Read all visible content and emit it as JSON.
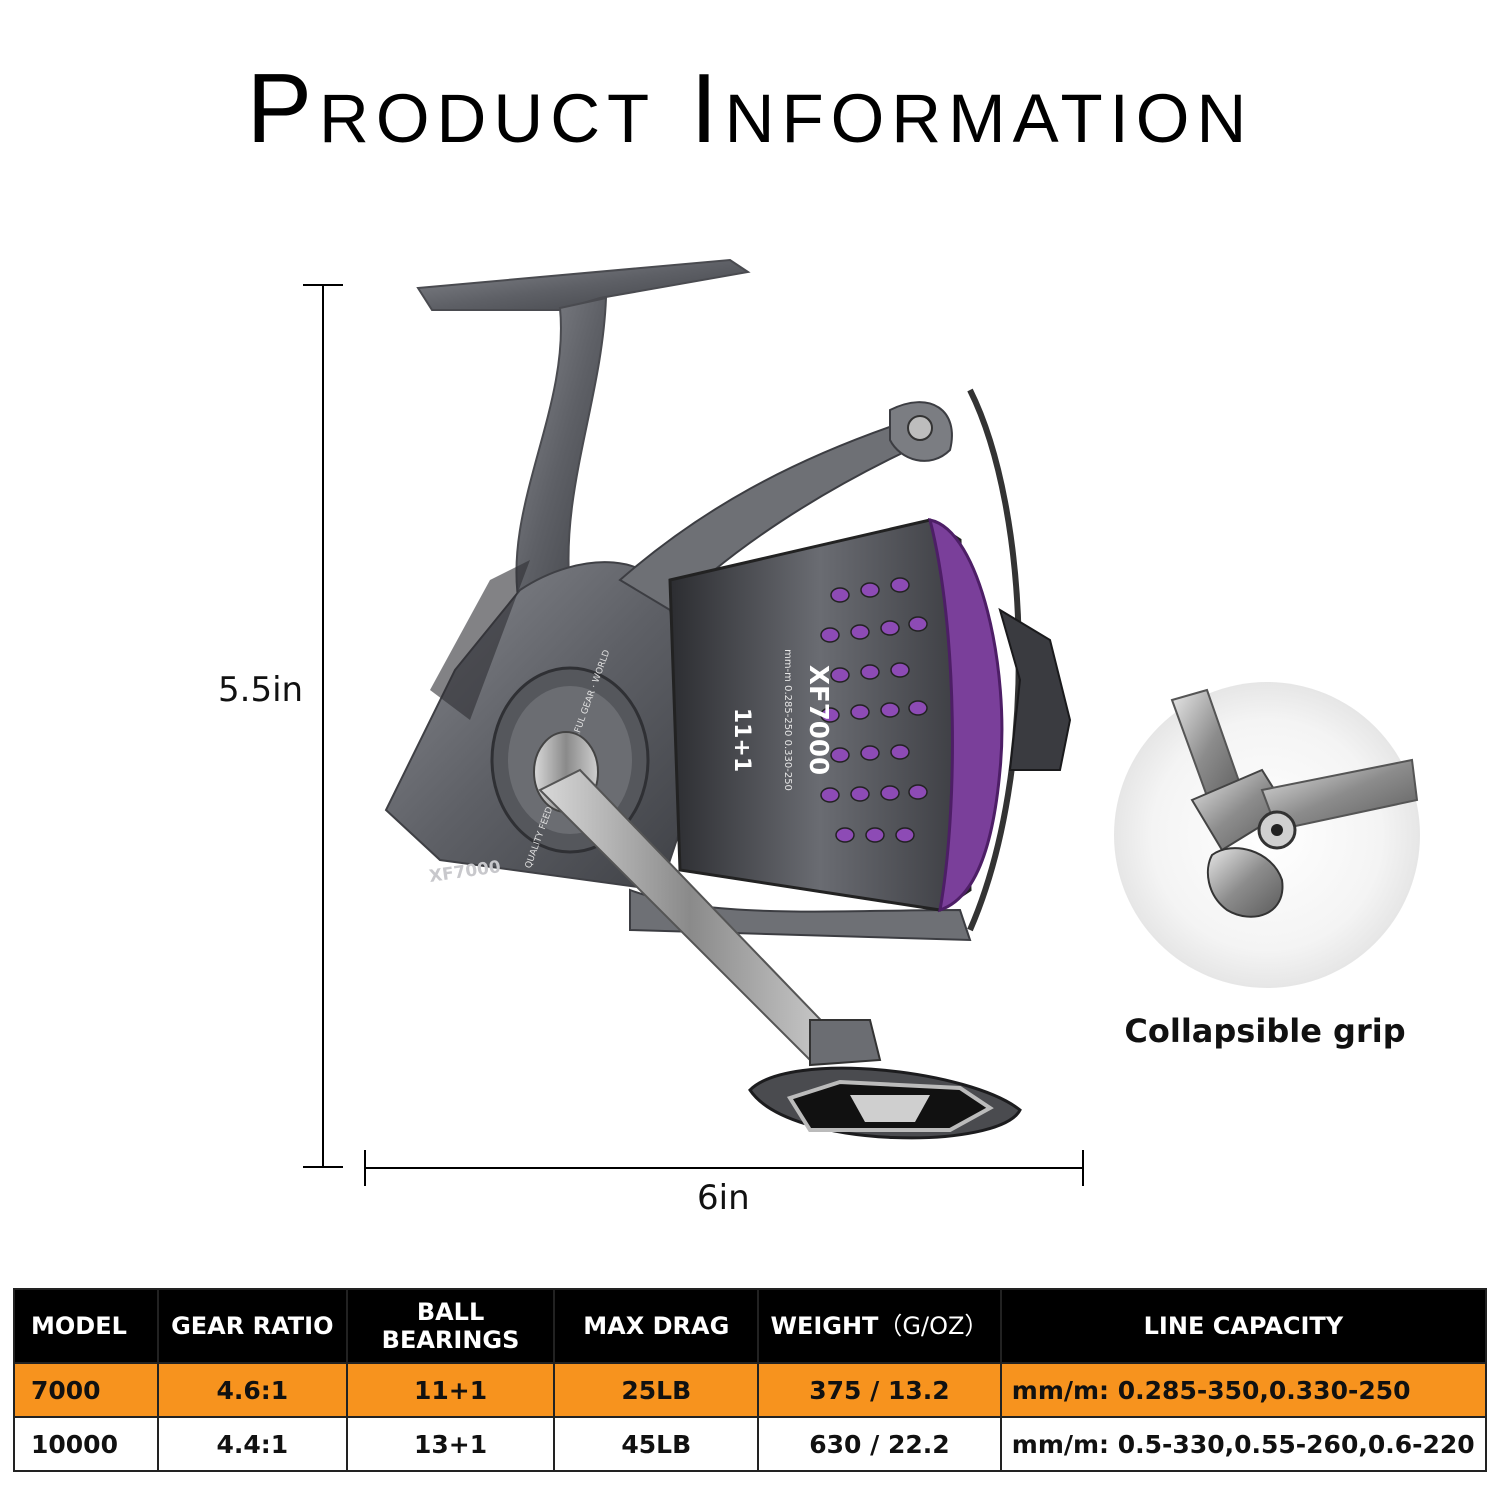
{
  "title": "Product Information",
  "dimensions": {
    "height_label": "5.5in",
    "width_label": "6in"
  },
  "reel_text": {
    "side_model": "XF7000",
    "spool_model": "XF7000",
    "spool_spec": "mm-m 0.285-250 0.330-250",
    "bearings_badge": "11+1",
    "rotor_ring": "QUALITY FEEDER REEL · POWERFUL GEAR · WORLD"
  },
  "grip": {
    "caption": "Collapsible grip"
  },
  "colors": {
    "accent_orange": "#f7931e",
    "spool_purple": "#7a3f9a",
    "body_gray": "#5b5d63"
  },
  "table": {
    "headers": {
      "model": "MODEL",
      "gear_ratio": "GEAR RATIO",
      "ball_bearings_1": "BALL",
      "ball_bearings_2": "BEARINGS",
      "max_drag": "MAX DRAG",
      "weight": "WEIGHT",
      "weight_unit": "（G/OZ）",
      "line_capacity": "LINE CAPACITY"
    },
    "rows": [
      {
        "model": "7000",
        "gear_ratio": "4.6:1",
        "ball_bearings": "11+1",
        "max_drag": "25LB",
        "weight": "375 / 13.2",
        "line_capacity": "mm/m: 0.285-350,0.330-250"
      },
      {
        "model": "10000",
        "gear_ratio": "4.4:1",
        "ball_bearings": "13+1",
        "max_drag": "45LB",
        "weight": "630 / 22.2",
        "line_capacity": "mm/m: 0.5-330,0.55-260,0.6-220"
      }
    ]
  }
}
